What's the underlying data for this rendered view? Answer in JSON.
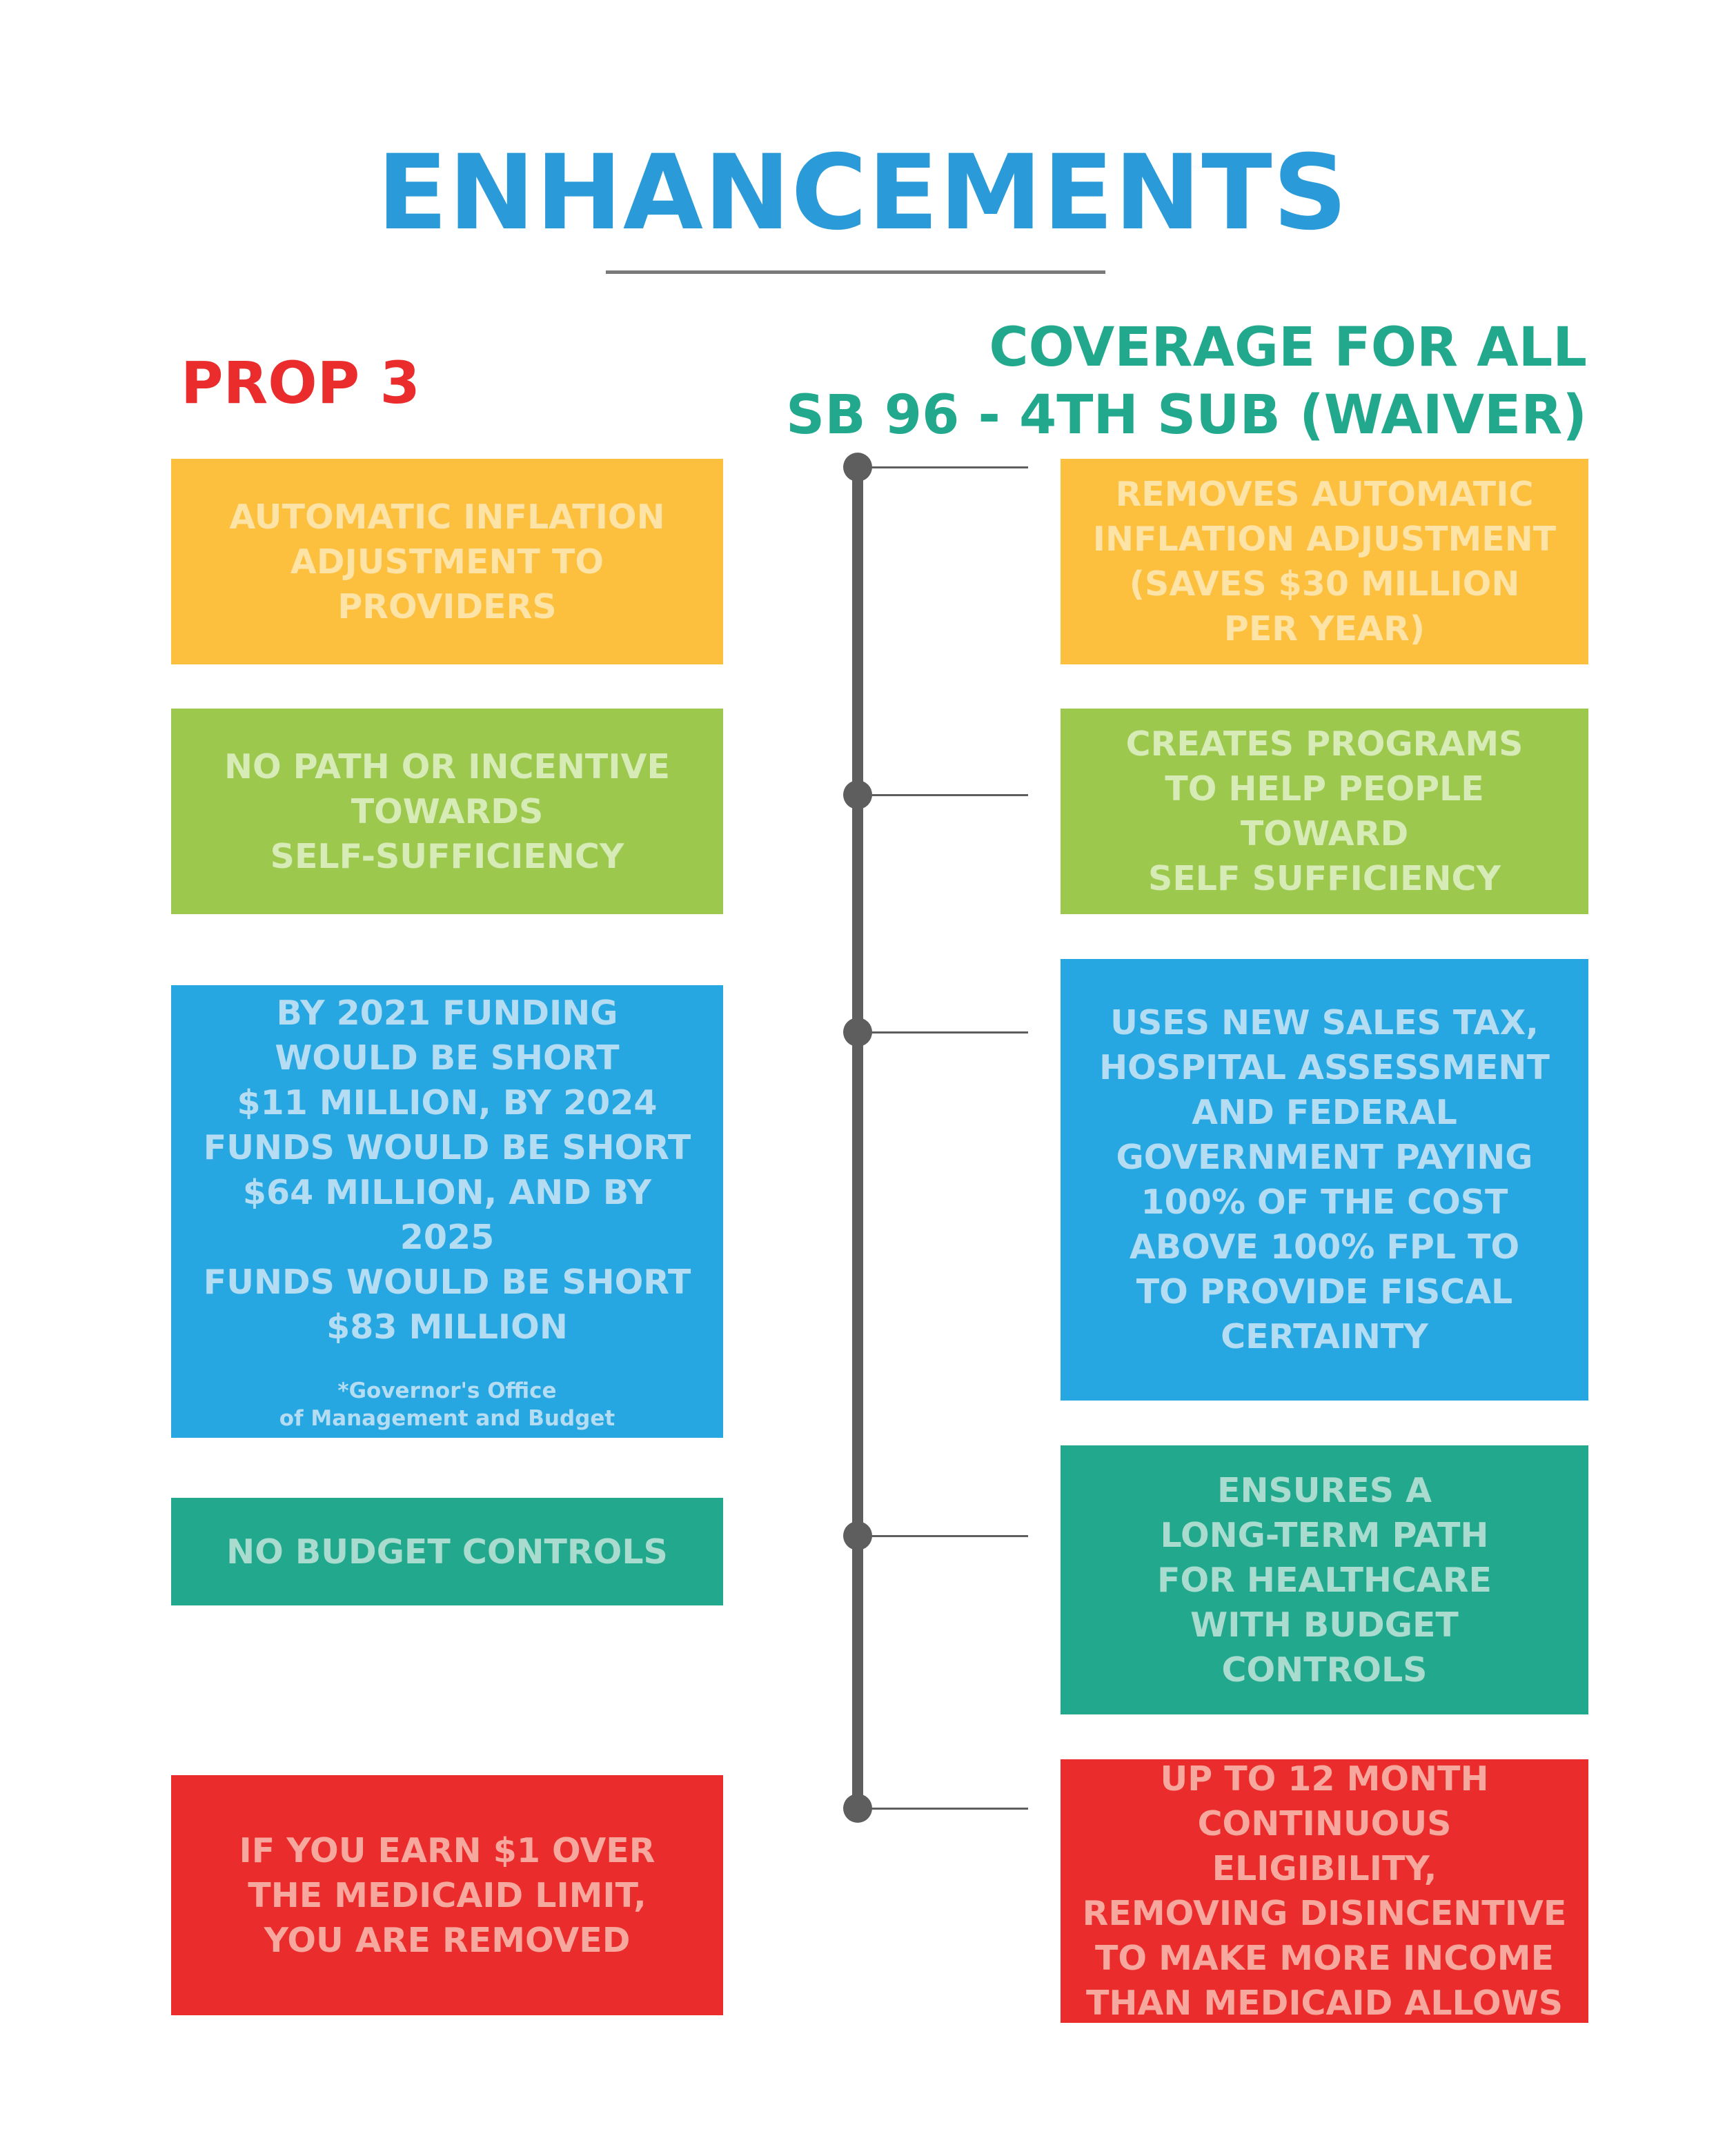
{
  "title": "ENHANCEMENTS",
  "left_header": "PROP 3",
  "right_header": {
    "line1": "COVERAGE FOR ALL",
    "line2": "SB 96 - 4TH SUB (WAIVER)"
  },
  "colors": {
    "title": "#2b9ad8",
    "left_header": "#ea2d2c",
    "right_header": "#22a98d",
    "orange": "#fcbf3e",
    "orange_text": "#fde3a5",
    "green": "#9bc84d",
    "green_text": "#d7ebb7",
    "blue": "#27a7e1",
    "blue_text": "#b4dcf2",
    "teal": "#22a98d",
    "teal_text": "#a9dccf",
    "red": "#ea2d2c",
    "red_text": "#f7a89e",
    "timeline": "#5e5e5e"
  },
  "left_boxes": [
    {
      "text": "AUTOMATIC INFLATION\nADJUSTMENT TO\nPROVIDERS"
    },
    {
      "text": "NO PATH OR INCENTIVE\nTOWARDS\nSELF-SUFFICIENCY"
    },
    {
      "text": "BY 2021 FUNDING\nWOULD BE SHORT\n$11 MILLION, BY 2024\nFUNDS WOULD BE SHORT\n$64 MILLION, AND BY 2025\nFUNDS WOULD BE SHORT\n$83 MILLION",
      "note": "*Governor's Office\nof Management and Budget"
    },
    {
      "text": "NO BUDGET CONTROLS"
    },
    {
      "text": "IF YOU EARN $1 OVER\nTHE MEDICAID LIMIT,\nYOU ARE REMOVED"
    }
  ],
  "right_boxes": [
    {
      "text": "REMOVES AUTOMATIC\nINFLATION ADJUSTMENT\n(SAVES $30 MILLION\nPER YEAR)"
    },
    {
      "text": "CREATES PROGRAMS\nTO HELP PEOPLE\nTOWARD\nSELF SUFFICIENCY"
    },
    {
      "text": "USES NEW SALES TAX,\nHOSPITAL ASSESSMENT\nAND FEDERAL\nGOVERNMENT PAYING\n100% OF THE COST\nABOVE 100% FPL TO\nTO PROVIDE FISCAL\nCERTAINTY"
    },
    {
      "text": "ENSURES A\nLONG-TERM PATH\nFOR HEALTHCARE\nWITH BUDGET\nCONTROLS"
    },
    {
      "text": "UP TO 12 MONTH\nCONTINUOUS ELIGIBILITY,\nREMOVING DISINCENTIVE\nTO MAKE MORE INCOME\nTHAN MEDICAID ALLOWS"
    }
  ]
}
